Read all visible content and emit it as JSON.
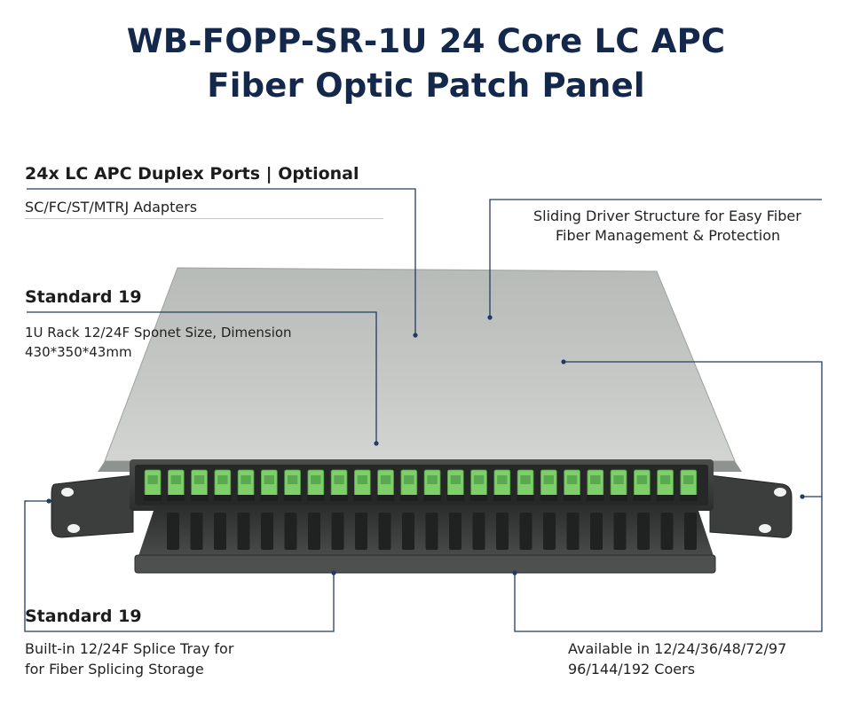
{
  "title": {
    "line1": "WB-FOPP-SR-1U 24 Core LC APC",
    "line2": "Fiber Optic Patch Panel"
  },
  "callouts": {
    "ports": {
      "heading": "24x LC APC Duplex Ports | Optional",
      "text": "SC/FC/ST/MTRJ Adapters"
    },
    "sliding": {
      "line1": "Sliding Driver Structure for Easy Fiber",
      "line2": "Fiber Management & Protection"
    },
    "standard_top": {
      "heading": "Standard 19",
      "line1": "1U Rack 12/24F Sponet Size, Dimension",
      "line2": "430*350*43mm"
    },
    "standard_bottom": {
      "heading": "Standard 19",
      "line1": "Built-in 12/24F Splice Tray for",
      "line2": "for Fiber Splicing Storage"
    },
    "available": {
      "line1": "Available in 12/24/36/48/72/97",
      "line2": "96/144/192 Coers"
    }
  },
  "product": {
    "adapter_count": 24,
    "adapter_color": "#7ecf6a",
    "panel_color": "#3a3d3c",
    "cover_color": "#c2c6c3"
  },
  "colors": {
    "title": "#14284b",
    "leader_lines": "#243a66"
  }
}
